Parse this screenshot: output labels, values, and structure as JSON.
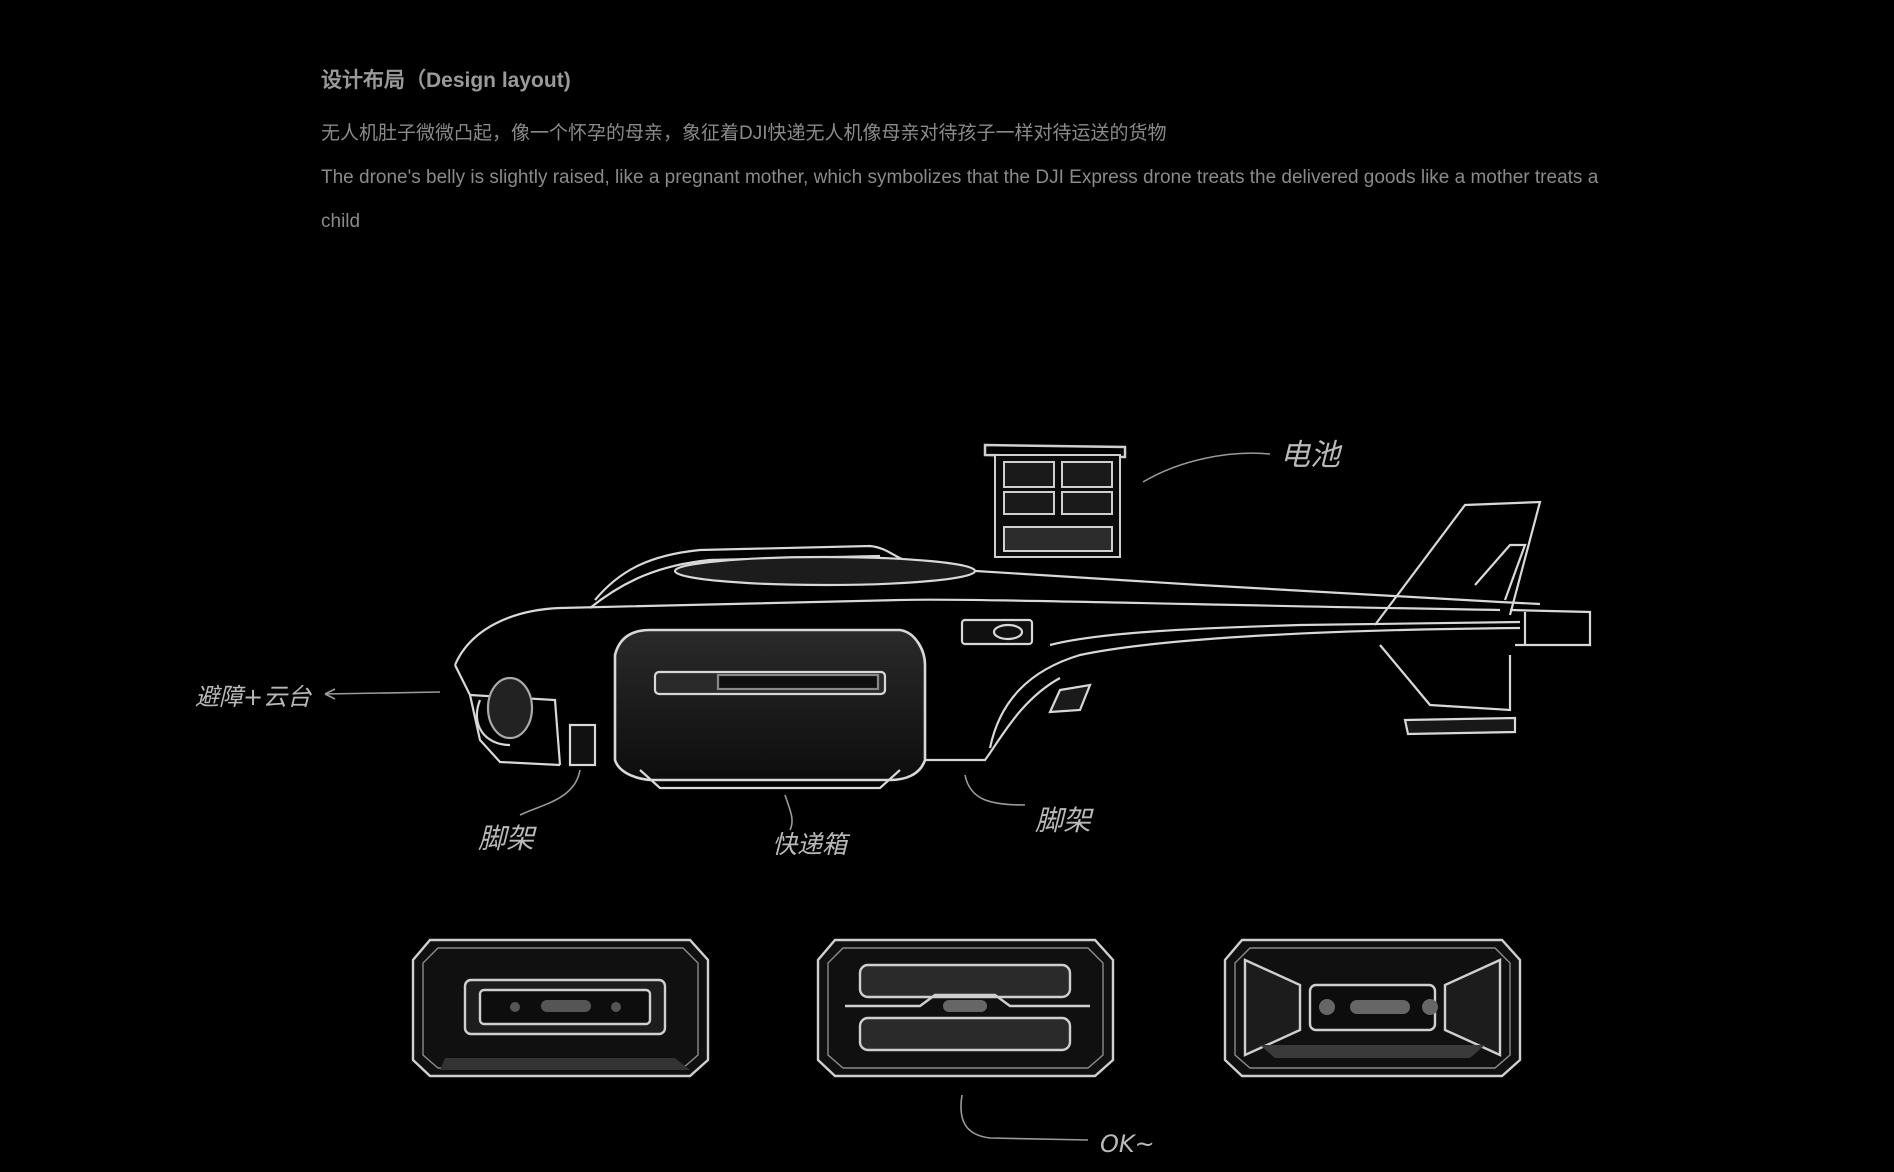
{
  "header": {
    "title": "设计布局（Design layout)",
    "description_zh": "无人机肚子微微凸起，像一个怀孕的母亲，象征着DJI快递无人机像母亲对待孩子一样对待运送的货物",
    "description_en": "The drone's belly is slightly raised, like a pregnant mother, which symbolizes that the DJI Express drone treats the delivered goods like a mother treats a child"
  },
  "annotations": {
    "battery": "电池",
    "camera": "避障+云台",
    "landing_gear_front": "脚架",
    "express_box": "快递箱",
    "landing_gear_rear": "脚架",
    "ok_note": "OK~"
  }
}
